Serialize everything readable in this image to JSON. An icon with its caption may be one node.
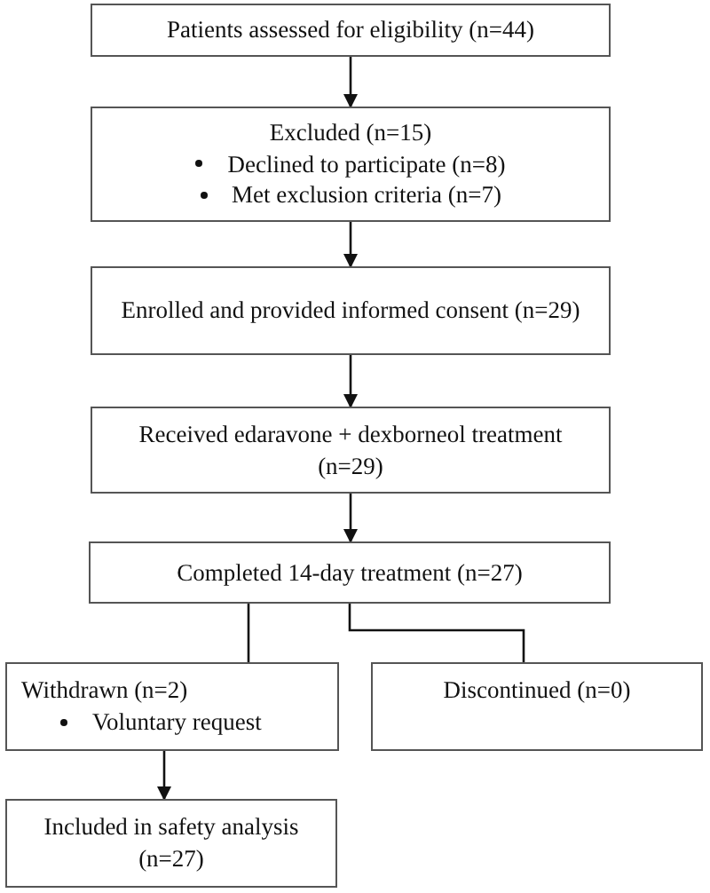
{
  "diagram": {
    "nodes": [
      {
        "text": [
          "Patients assessed for eligibility (n=44)"
        ]
      },
      {
        "text": [
          "Excluded (n=15)",
          "Declined to participate (n=8)",
          "Met exclusion criteria (n=7)"
        ]
      },
      {
        "text": [
          "Enrolled and provided informed consent (n=29)"
        ]
      },
      {
        "text": [
          "Received edaravone + dexborneol treatment (n=29)"
        ]
      },
      {
        "text": [
          "Completed 14-day treatment (n=27)"
        ]
      },
      {
        "text": [
          "Withdrawn (n=2)",
          "Voluntary request"
        ]
      },
      {
        "text": [
          "Discontinued (n=0)"
        ]
      },
      {
        "text": [
          "Included in safety analysis (n=27)"
        ]
      }
    ],
    "edges": [
      {
        "from": 0,
        "to": 1,
        "arrow": "to"
      },
      {
        "from": 1,
        "to": 2,
        "arrow": "to"
      },
      {
        "from": 2,
        "to": 3,
        "arrow": "to"
      },
      {
        "from": 3,
        "to": 4,
        "arrow": "to"
      },
      {
        "from": 4,
        "to": 5,
        "arrow": "none"
      },
      {
        "from": 4,
        "to": 6,
        "arrow": "none"
      },
      {
        "from": 5,
        "to": 7,
        "arrow": "to"
      }
    ]
  }
}
